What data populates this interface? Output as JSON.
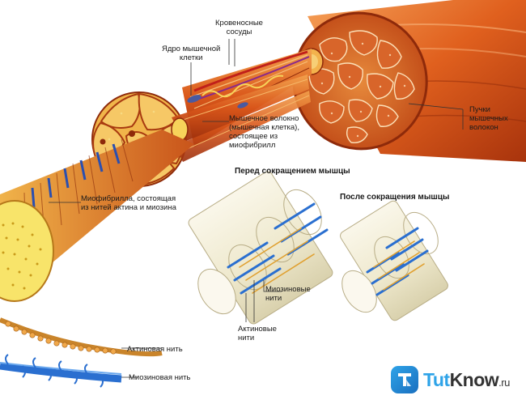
{
  "labels": {
    "blood_vessels": "Кровеносные\nсосуды",
    "nucleus": "Ядро мышечной\nклетки",
    "fiber": "Мышечное волокно\n(мышечная клетка),\nсостоящее из\nмиофибрилл",
    "bundles": "Пучки\nмышечных\nволокон",
    "myofibril": "Миофибрилла, состоящая\nиз нитей актина и миозина",
    "before": "Перед сокращением мышцы",
    "after": "После сокращения мышцы",
    "myosin_filaments": "Миозиновые\nнити",
    "actin_filaments": "Актиновые\nнити",
    "actin_thread": "Актиновая нить",
    "myosin_thread": "Миозиновая нить"
  },
  "brand": {
    "tut": "Tut",
    "know": "Know",
    "domain": ".ru"
  },
  "colors": {
    "muscle": "#e0601e",
    "muscle_dark": "#b23c10",
    "fascicle_fill": "#f2b24a",
    "myofibril_face": "#f8e46a",
    "actin": "#e0a030",
    "myosin": "#2a6fd0",
    "cylinder": "#f6f2e0",
    "brand_blue": "#2ea3e8"
  },
  "icons": {
    "brand": "tutknow-logo-icon"
  }
}
